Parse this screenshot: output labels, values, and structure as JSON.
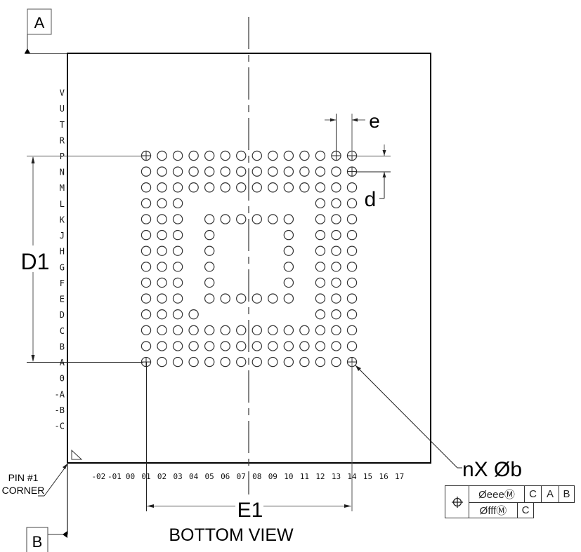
{
  "view_title": "BOTTOM VIEW",
  "datums": {
    "a": "A",
    "b": "B"
  },
  "pin1_label": [
    "PIN #1",
    "CORNER"
  ],
  "dimensions": {
    "d1": "D1",
    "e1": "E1",
    "e": "e",
    "d": "d",
    "ball_callout": "nX Øb"
  },
  "row_labels": [
    "V",
    "U",
    "T",
    "R",
    "P",
    "N",
    "M",
    "L",
    "K",
    "J",
    "H",
    "G",
    "F",
    "E",
    "D",
    "C",
    "B",
    "A",
    "0",
    "-A",
    "-B",
    "-C"
  ],
  "column_labels": [
    "-02",
    "-01",
    "00",
    "01",
    "02",
    "03",
    "04",
    "05",
    "06",
    "07",
    "08",
    "09",
    "10",
    "11",
    "12",
    "13",
    "14",
    "15",
    "16",
    "17"
  ],
  "ball_map": {
    "columns": [
      "01",
      "02",
      "03",
      "04",
      "05",
      "06",
      "07",
      "08",
      "09",
      "10",
      "11",
      "12",
      "13",
      "14"
    ],
    "rows": [
      {
        "row": "P",
        "balls": [
          1,
          2,
          3,
          4,
          5,
          6,
          7,
          8,
          9,
          10,
          11,
          12,
          13,
          14
        ]
      },
      {
        "row": "N",
        "balls": [
          1,
          2,
          3,
          4,
          5,
          6,
          7,
          8,
          9,
          10,
          11,
          12,
          13,
          14
        ]
      },
      {
        "row": "M",
        "balls": [
          1,
          2,
          3,
          4,
          5,
          6,
          7,
          8,
          9,
          10,
          11,
          12,
          13,
          14
        ]
      },
      {
        "row": "L",
        "balls": [
          1,
          2,
          3,
          12,
          13,
          14
        ]
      },
      {
        "row": "K",
        "balls": [
          1,
          2,
          3,
          5,
          6,
          7,
          8,
          9,
          10,
          12,
          13,
          14
        ]
      },
      {
        "row": "J",
        "balls": [
          1,
          2,
          3,
          5,
          10,
          12,
          13,
          14
        ]
      },
      {
        "row": "H",
        "balls": [
          1,
          2,
          3,
          5,
          10,
          12,
          13,
          14
        ]
      },
      {
        "row": "G",
        "balls": [
          1,
          2,
          3,
          5,
          10,
          12,
          13,
          14
        ]
      },
      {
        "row": "F",
        "balls": [
          1,
          2,
          3,
          5,
          10,
          12,
          13,
          14
        ]
      },
      {
        "row": "E",
        "balls": [
          1,
          2,
          3,
          5,
          6,
          7,
          8,
          9,
          10,
          12,
          13,
          14
        ]
      },
      {
        "row": "D",
        "balls": [
          1,
          2,
          3,
          4,
          12,
          13,
          14
        ]
      },
      {
        "row": "C",
        "balls": [
          1,
          2,
          3,
          4,
          5,
          6,
          7,
          8,
          9,
          10,
          11,
          12,
          13,
          14
        ]
      },
      {
        "row": "B",
        "balls": [
          1,
          2,
          3,
          4,
          5,
          6,
          7,
          8,
          9,
          10,
          11,
          12,
          13,
          14
        ]
      },
      {
        "row": "A",
        "balls": [
          1,
          2,
          3,
          4,
          5,
          6,
          7,
          8,
          9,
          10,
          11,
          12,
          13,
          14
        ]
      }
    ],
    "marked_balls": [
      "P01",
      "P13",
      "P14",
      "N14",
      "A01",
      "A14"
    ]
  },
  "feature_control_frame": {
    "symbol": "position-symbol",
    "row1": [
      "ØeeeⓂ",
      "C",
      "A",
      "B"
    ],
    "row2": [
      "ØfffⓂ",
      "C"
    ]
  },
  "colors": {
    "line": "#000000",
    "dim_line": "#333333",
    "background": "#ffffff"
  }
}
